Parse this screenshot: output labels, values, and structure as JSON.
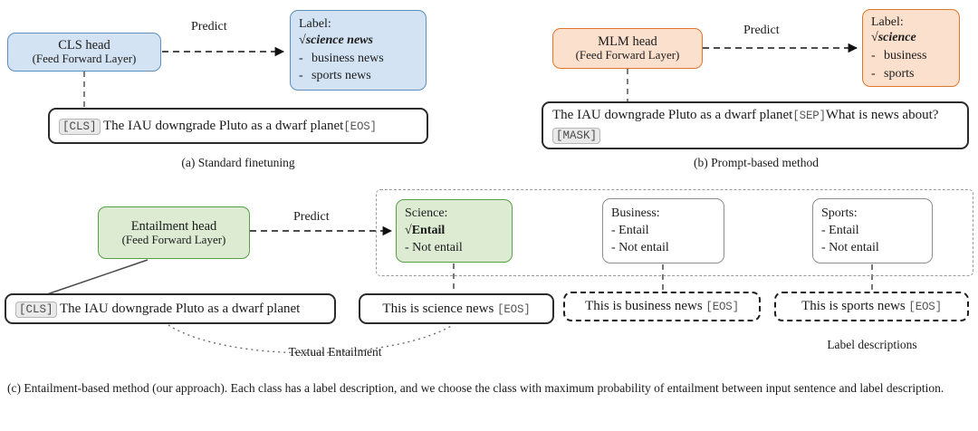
{
  "figure": {
    "caption": "(c) Entailment-based method (our approach). Each class has a label description, and we choose the class with maximum probability of entailment between input sentence and label description."
  },
  "colors": {
    "blue_fill": "#d3e3f3",
    "blue_border": "#5b8fc0",
    "orange_fill": "#fbe0ce",
    "orange_border": "#e0762a",
    "green_fill": "#dcebd2",
    "green_border": "#58a046",
    "dark": "#2b2b2b",
    "gray": "#8d8d8d"
  },
  "panel_a": {
    "caption": "(a) Standard finetuning",
    "head": {
      "title": "CLS head",
      "subtitle": "(Feed Forward Layer)"
    },
    "arrow_label": "Predict",
    "label_box": {
      "title": "Label:",
      "selected": "science news",
      "check": "√",
      "options": [
        "business news",
        "sports news"
      ],
      "bullet": "-"
    },
    "sentence": {
      "cls": "[CLS]",
      "text": "The IAU downgrade Pluto as a dwarf planet",
      "eos": "[EOS]"
    }
  },
  "panel_b": {
    "caption": "(b) Prompt-based method",
    "head": {
      "title": "MLM head",
      "subtitle": "(Feed Forward Layer)"
    },
    "arrow_label": "Predict",
    "label_box": {
      "title": "Label:",
      "selected": "science",
      "check": "√",
      "options": [
        "business",
        "sports"
      ],
      "bullet": "-"
    },
    "sentence": {
      "text_1": "The IAU downgrade Pluto as a dwarf planet",
      "sep": "[SEP]",
      "text_2": "What is news about?",
      "mask": "[MASK]"
    }
  },
  "panel_c": {
    "caption": "(c) Entailment-based method (our approach). Each class has a label description, and we choose the class with maximum probability of entailment between input sentence and label description.",
    "head": {
      "title": "Entailment head",
      "subtitle": "(Feed Forward Layer)"
    },
    "arrow_label": "Predict",
    "entailment_arc_label": "Textual Entailment",
    "label_descriptions_label": "Label descriptions",
    "class_boxes": [
      {
        "title": "Science:",
        "check": "√",
        "selected": "Entail",
        "options": [
          "- Not entail"
        ],
        "highlight": true
      },
      {
        "title": "Business:",
        "check": "",
        "selected": "",
        "options": [
          "- Entail",
          "- Not entail"
        ],
        "highlight": false
      },
      {
        "title": "Sports:",
        "check": "",
        "selected": "",
        "options": [
          "- Entail",
          "- Not entail"
        ],
        "highlight": false
      }
    ],
    "input_sentence": {
      "cls": "[CLS]",
      "text": "The IAU downgrade Pluto as a dwarf planet"
    },
    "descriptions": [
      {
        "text": "This is science news",
        "eos": "[EOS]",
        "style": "solid"
      },
      {
        "text": "This is business news",
        "eos": "[EOS]",
        "style": "dashed"
      },
      {
        "text": "This is sports news",
        "eos": "[EOS]",
        "style": "dashed"
      }
    ]
  }
}
